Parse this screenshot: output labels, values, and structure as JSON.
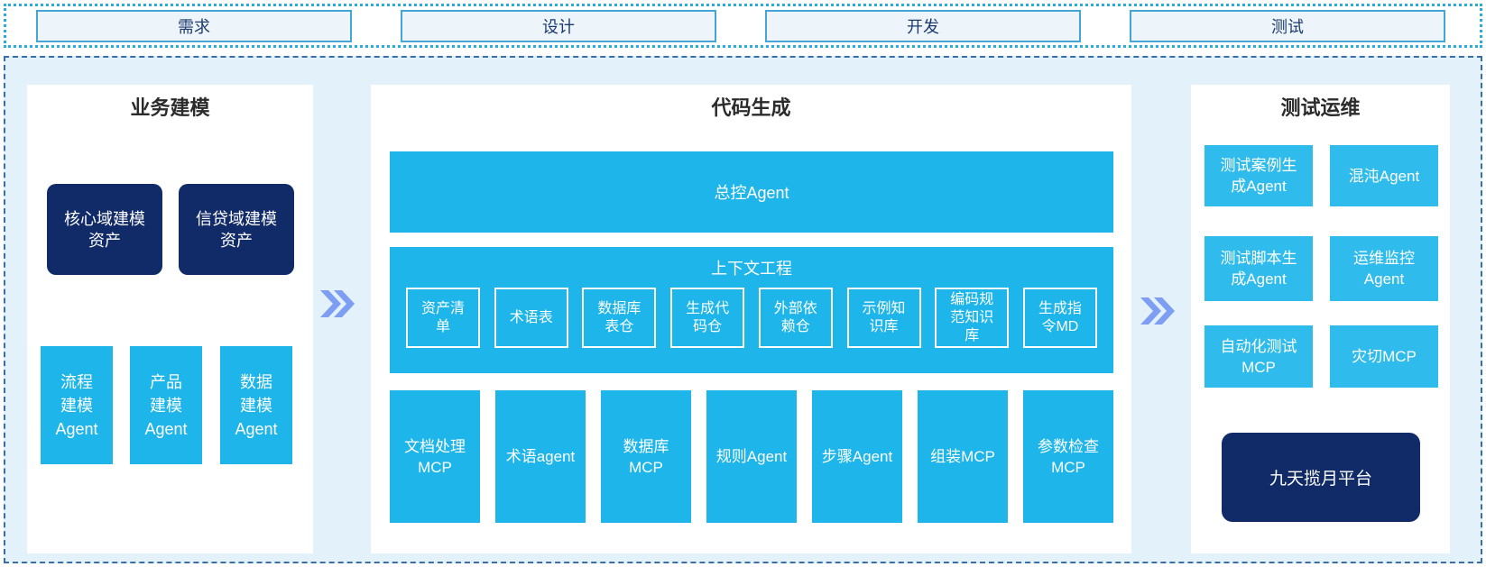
{
  "phases": [
    "需求",
    "设计",
    "开发",
    "测试"
  ],
  "business_modeling": {
    "title": "业务建模",
    "assets": [
      "核心域建模\n资产",
      "信贷域建模\n资产"
    ],
    "agents": [
      "流程\n建模\nAgent",
      "产品\n建模\nAgent",
      "数据\n建模\nAgent"
    ]
  },
  "code_generation": {
    "title": "代码生成",
    "master_agent": "总控Agent",
    "context_engineering": {
      "title": "上下文工程",
      "items": [
        "资产清\n单",
        "术语表",
        "数据库\n表仓",
        "生成代\n码仓",
        "外部依\n赖仓",
        "示例知\n识库",
        "编码规\n范知识\n库",
        "生成指\n令MD"
      ]
    },
    "tools": [
      "文档处理\nMCP",
      "术语agent",
      "数据库\nMCP",
      "规则Agent",
      "步骤Agent",
      "组装MCP",
      "参数检查\nMCP"
    ]
  },
  "test_ops": {
    "title": "测试运维",
    "boxes": [
      "测试案例生\n成Agent",
      "混沌Agent",
      "测试脚本生\n成Agent",
      "运维监控\nAgent",
      "自动化测试\nMCP",
      "灾切MCP"
    ],
    "platform": "九天揽月平台"
  },
  "colors": {
    "cyan": "#1db5ea",
    "cyan_light": "#2fbcec",
    "navy": "#112b68",
    "band_background": "#e3f1fb",
    "arrow": "#7d9ef2",
    "top_band_border": "#2aabdf",
    "main_band_border": "#3a6ea8",
    "phase_box_background": "#edf5fa",
    "phase_box_border": "#45a6d6",
    "phase_text": "#1c3a6e"
  }
}
